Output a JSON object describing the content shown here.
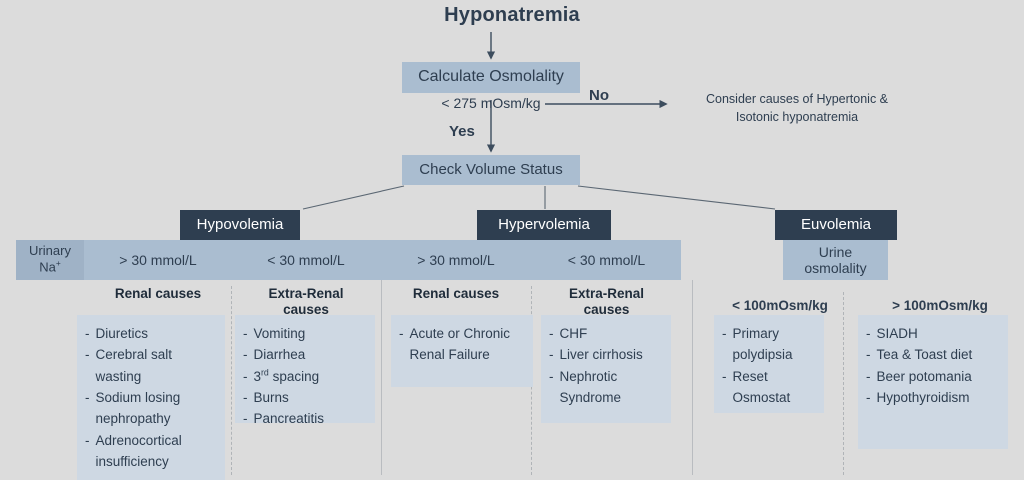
{
  "title": "Hyponatremia",
  "colors": {
    "page_background": "#dcdcdc",
    "light_blue_box": "#aabdd0",
    "dark_navy_box": "#2e3e50",
    "card_background": "#ced8e3",
    "text": "#2e3e50"
  },
  "flow": {
    "calculate_osmolality": "Calculate Osmolality",
    "osmolality_threshold": "< 275 mOsm/kg",
    "yes_label": "Yes",
    "no_label": "No",
    "consider_line1": "Consider causes of Hypertonic &",
    "consider_line2": "Isotonic hyponatremia",
    "check_volume_status": "Check Volume Status"
  },
  "branches": {
    "hypovolemia": "Hypovolemia",
    "hypervolemia": "Hypervolemia",
    "euvolemia": "Euvolemia"
  },
  "urinary_na_label_line1": "Urinary",
  "urinary_na_label_line2": "Na",
  "urinary_na_superscript": "+",
  "urine_osmolality_line1": "Urine",
  "urine_osmolality_line2": "osmolality",
  "columns": [
    {
      "id": "hypo-renal",
      "threshold": "> 30 mmol/L",
      "header_line1": "Renal causes",
      "header_line2": "",
      "items": [
        "Diuretics",
        "Cerebral salt wasting",
        "Sodium losing nephropathy",
        "Adrenocortical insufficiency"
      ]
    },
    {
      "id": "hypo-extrarenal",
      "threshold": "< 30 mmol/L",
      "header_line1": "Extra-Renal",
      "header_line2": "causes",
      "items": [
        "Vomiting",
        "Diarrhea",
        "3rd spacing",
        "Burns",
        "Pancreatitis"
      ]
    },
    {
      "id": "hyper-renal",
      "threshold": "> 30 mmol/L",
      "header_line1": "Renal causes",
      "header_line2": "",
      "items": [
        "Acute or Chronic Renal Failure"
      ]
    },
    {
      "id": "hyper-extrarenal",
      "threshold": "< 30 mmol/L",
      "header_line1": "Extra-Renal",
      "header_line2": "causes",
      "items": [
        "CHF",
        "Liver cirrhosis",
        "Nephrotic Syndrome"
      ]
    }
  ],
  "euvolemia_columns": [
    {
      "id": "euvol-low",
      "threshold": "< 100mOsm/kg",
      "items": [
        "Primary polydipsia",
        "Reset Osmostat"
      ]
    },
    {
      "id": "euvol-high",
      "threshold": "> 100mOsm/kg",
      "items": [
        "SIADH",
        "Tea & Toast diet",
        "Beer potomania",
        "Hypothyroidism"
      ]
    }
  ],
  "bullet_dash": "-"
}
